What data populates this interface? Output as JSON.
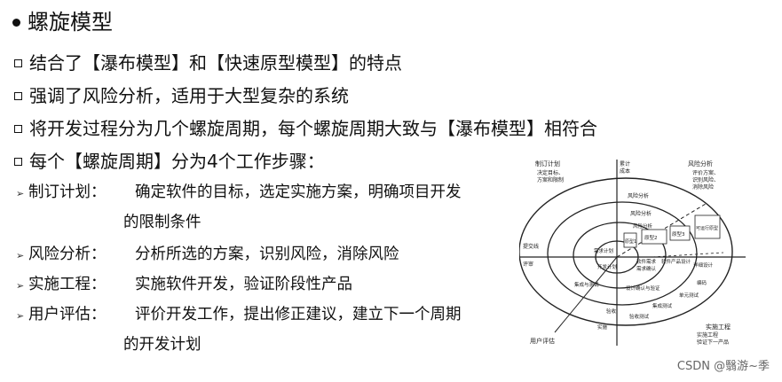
{
  "title": "螺旋模型",
  "bullets": [
    "结合了【瀑布模型】和【快速原型模型】的特点",
    "强调了风险分析，适用于大型复杂的系统",
    "将开发过程分为几个螺旋周期，每个螺旋周期大致与【瀑布模型】相符合",
    "每个【螺旋周期】分为4个工作步骤："
  ],
  "steps": [
    {
      "term": "制订计划：",
      "desc": "确定软件的目标，选定实施方案，明确项目开发",
      "cont": "的限制条件"
    },
    {
      "term": "风险分析：",
      "desc": "分析所选的方案，识别风险，消除风险",
      "cont": ""
    },
    {
      "term": "实施工程：",
      "desc": "实施软件开发，验证阶段性产品",
      "cont": ""
    },
    {
      "term": "用户评估：",
      "desc": "评价开发工作，提出修正建议，建立下一个周期",
      "cont": "的开发计划"
    }
  ],
  "diagram": {
    "quadrant_plan": "制订计划",
    "plan_sub": [
      "决定目标、",
      "方案和限制"
    ],
    "cumulative": [
      "累计",
      "成本"
    ],
    "quadrant_risk": "风险分析",
    "risk_sub": [
      "评价方案、",
      "识别风险、",
      "消除风险"
    ],
    "review": "提交线",
    "review2": "评审",
    "quadrant_eval": "用户评估",
    "quadrant_eng": "实施工程",
    "eng_sub": [
      "实施工程",
      "验证下一产品"
    ],
    "risk_labels": [
      "风险分析",
      "风险分析",
      "风险分析"
    ],
    "protos": [
      "原型1",
      "原型2",
      "原型3",
      "可运行原型"
    ],
    "inner": [
      "需求计划",
      "开发计划",
      "集成与测试",
      "验收",
      "实施"
    ],
    "mid": [
      "软件需求",
      "需求确认",
      "软件产品设计",
      "设计确认与验证",
      "详细设计",
      "编码",
      "单元测试",
      "集成测试",
      "验收测试"
    ]
  },
  "watermark": "CSDN @翳游~季"
}
